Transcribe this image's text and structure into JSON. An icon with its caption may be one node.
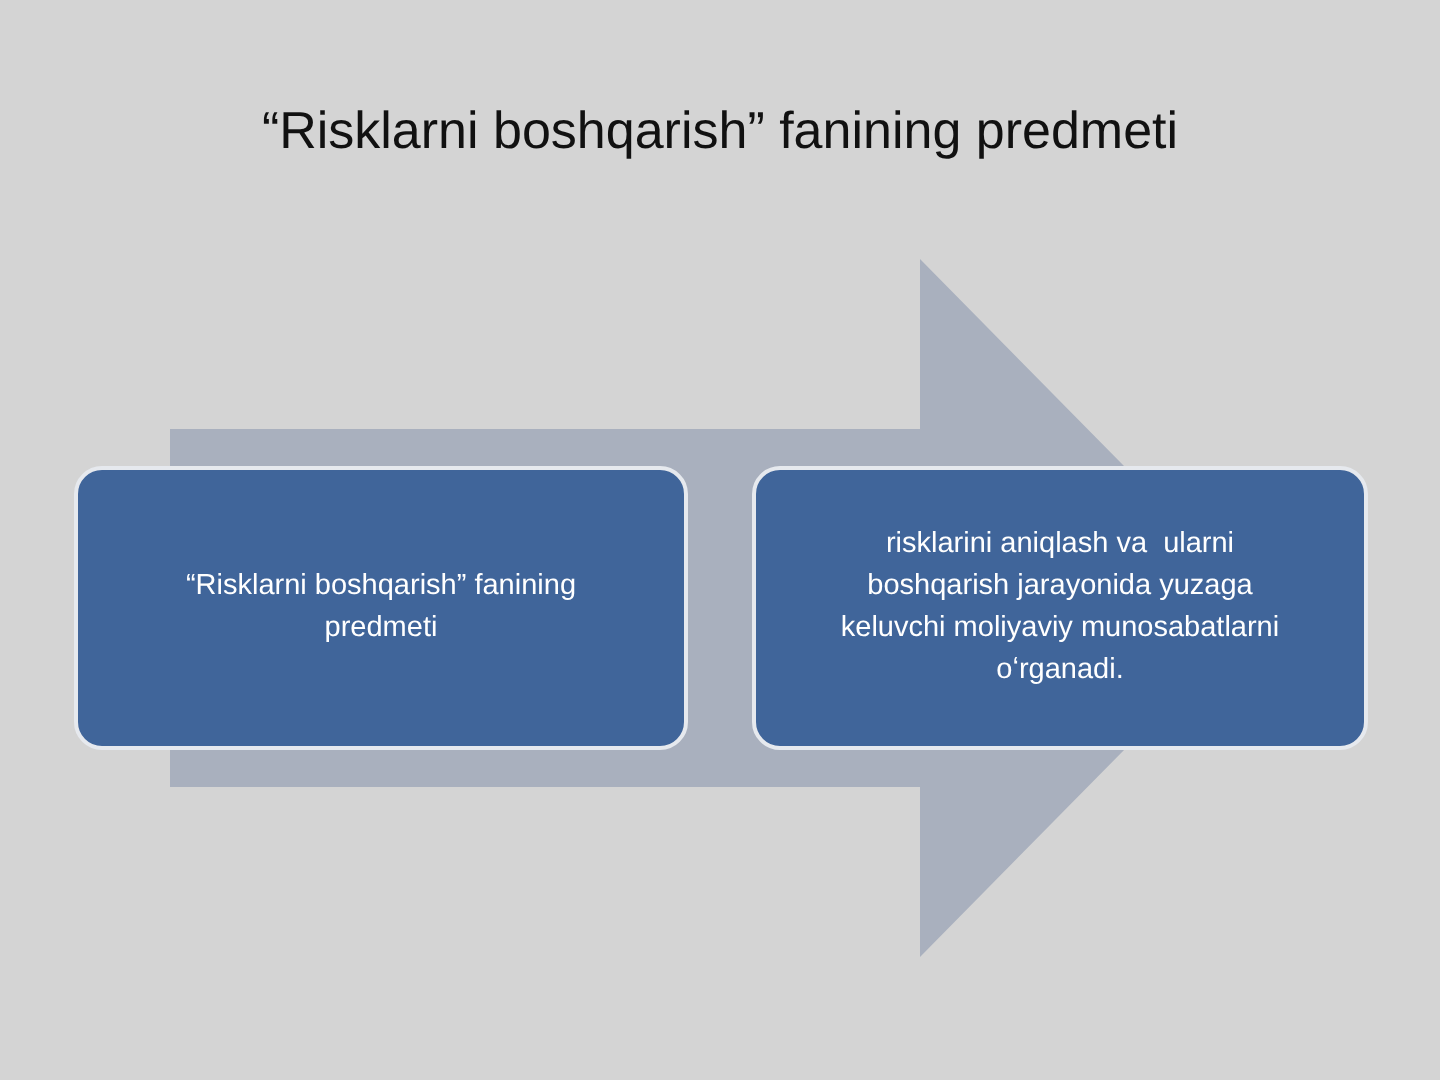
{
  "diagram": {
    "title": "“Risklarni boshqarish” fanining predmeti",
    "nodes": [
      {
        "text": [
          "“Risklarni boshqarish” fanining predmeti"
        ]
      },
      {
        "text": [
          "risklarini aniqlash va  ularni boshqarish jarayonida yuzaga keluvchi moliyaviy munosabatlarni oʻrganadi."
        ]
      }
    ],
    "edges": [
      {
        "from": 0,
        "to": 1,
        "arrow": "to",
        "style": "thick"
      }
    ]
  }
}
